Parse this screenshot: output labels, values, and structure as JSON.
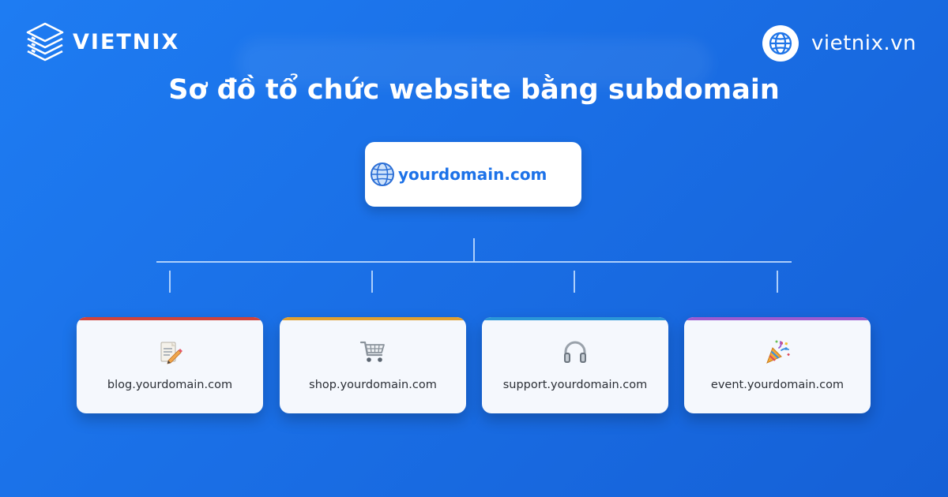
{
  "brand": {
    "logo_text": "VIETNIX",
    "logo_icon": "stacked-layers-icon",
    "site_text": "vietnix.vn",
    "site_icon": "globe-icon"
  },
  "title": "Sơ đồ tổ chức website bằng subdomain",
  "root": {
    "label": "yourdomain.com",
    "icon": "globe-icon"
  },
  "children": [
    {
      "label": "blog.yourdomain.com",
      "icon": "memo-pencil-icon",
      "accent": "#d0433a"
    },
    {
      "label": "shop.yourdomain.com",
      "icon": "shopping-cart-icon",
      "accent": "#e0a030"
    },
    {
      "label": "support.yourdomain.com",
      "icon": "headphones-icon",
      "accent": "#2a96d8"
    },
    {
      "label": "event.yourdomain.com",
      "icon": "party-popper-icon",
      "accent": "#9b5bd0"
    }
  ],
  "colors": {
    "background": "#1a6fe6",
    "root_text": "#1d72e8",
    "card_background": "#f5f8fd"
  }
}
